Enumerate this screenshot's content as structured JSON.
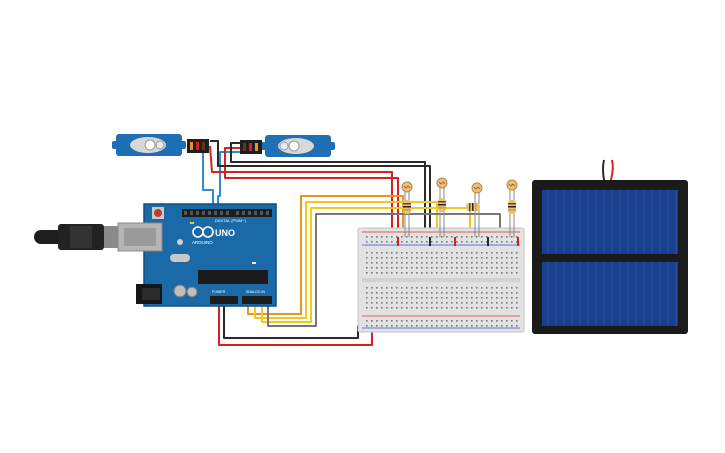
{
  "canvas": {
    "background": "#ffffff"
  },
  "arduino": {
    "board_color": "#1b6aa8",
    "model_label": "UNO",
    "brand_label": "ARDUINO",
    "digital_header_label": "DIGITAL (PWM~)",
    "power_label": "POWER",
    "analog_label": "ANALOG IN"
  },
  "servos": [
    {
      "name": "servo-left",
      "color": "#1f6fb5"
    },
    {
      "name": "servo-right",
      "color": "#1f6fb5"
    }
  ],
  "ldr_sensors": [
    {
      "name": "photoresistor-1"
    },
    {
      "name": "photoresistor-2"
    },
    {
      "name": "photoresistor-3"
    },
    {
      "name": "photoresistor-4"
    }
  ],
  "breadboard": {
    "color": "#e2e2e2",
    "rail_red": "#d33",
    "rail_blue": "#3355cc"
  },
  "solar_panel": {
    "frame_color": "#1b1b1b",
    "cell_color": "#1a3f8c"
  },
  "wire_colors": {
    "red": "#d92020",
    "black": "#2a2a2a",
    "orange": "#e8951a",
    "yellow": "#f2c81a",
    "blue": "#2c8ed0",
    "gray": "#777777"
  },
  "icons": {
    "usb": "usb-connector-icon",
    "power_jack": "dc-jack-icon",
    "reset": "reset-button-icon"
  }
}
